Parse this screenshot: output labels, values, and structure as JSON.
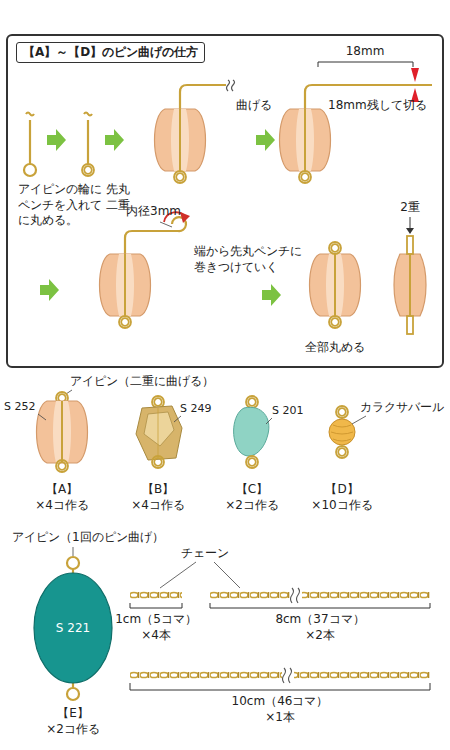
{
  "diagram": {
    "nodes": [
      {
        "text": [
          "【A】～【D】のピン曲げの仕方"
        ]
      },
      {
        "text": [
          "S 221"
        ]
      }
    ],
    "labels": [
      "アイピンの輪に 先丸ペンチを入れて 二重に丸める。",
      "曲げる",
      "18mm",
      "18mm残して切る",
      "内径3mm",
      "端から先丸ペンチに 巻きつけていく",
      "全部丸める",
      "2重",
      "アイピン（二重に曲げる）",
      "S 252",
      "S 249",
      "S 201",
      "カラクサバール",
      "【A】",
      "×4コ作る",
      "【B】",
      "×4コ作る",
      "【C】",
      "×2コ作る",
      "【D】",
      "×10コ作る",
      "アイピン（1回のピン曲げ）",
      "チェーン",
      "1cm（5コマ）",
      "×4本",
      "8cm（37コマ）",
      "×2本",
      "10cm（46コマ）",
      "×1本",
      "【E】",
      "×2コ作る"
    ]
  }
}
